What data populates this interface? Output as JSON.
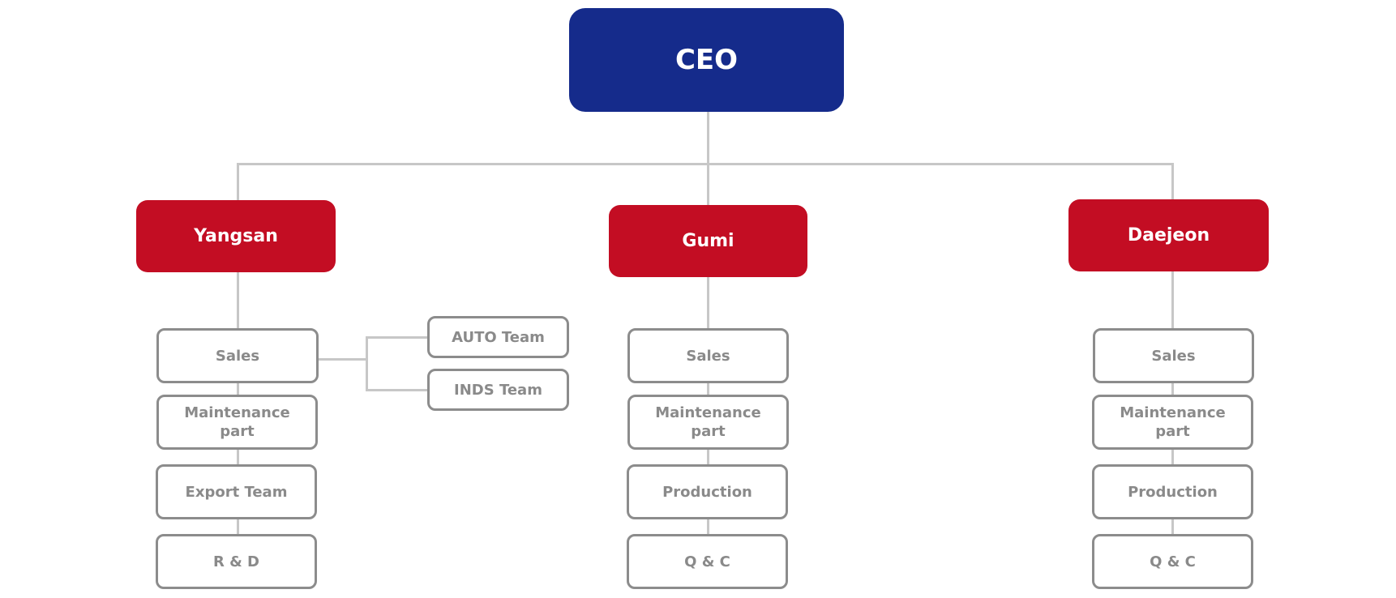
{
  "org_chart": {
    "root": {
      "label": "CEO"
    },
    "branches": [
      {
        "label": "Yangsan",
        "departments": [
          "Sales",
          "Maintenance part",
          "Export Team",
          "R & D"
        ],
        "sub_teams": [
          "AUTO Team",
          "INDS Team"
        ]
      },
      {
        "label": "Gumi",
        "departments": [
          "Sales",
          "Maintenance part",
          "Production",
          "Q & C"
        ]
      },
      {
        "label": "Daejeon",
        "departments": [
          "Sales",
          "Maintenance part",
          "Production",
          "Q & C"
        ]
      }
    ]
  },
  "colors": {
    "ceo_fill": "#152b8b",
    "branch_fill": "#c30d23",
    "department_border": "#8c8c8c",
    "department_text": "#8a8a8a",
    "connector": "#c7c7c7"
  }
}
